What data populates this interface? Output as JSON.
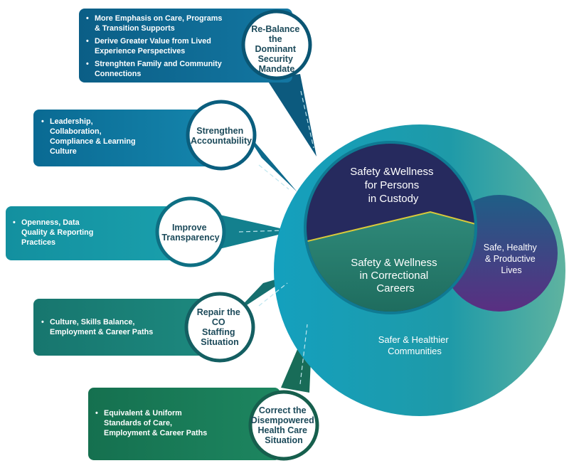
{
  "pillars": [
    {
      "label": [
        "Re-Balance",
        "the",
        "Dominant",
        "Security",
        "Mandate"
      ],
      "bullets": [
        [
          "More Emphasis on Care, Programs",
          "& Transition Supports"
        ],
        [
          "Derive Greater Value from Lived",
          "Experience Perspectives"
        ],
        [
          "Strenghten Family and Community",
          "Connections"
        ]
      ]
    },
    {
      "label": [
        "Strengthen",
        "Accountability"
      ],
      "bullets": [
        [
          "Leadership,",
          "Collaboration,",
          "Compliance & Learning",
          "Culture"
        ]
      ]
    },
    {
      "label": [
        "Improve",
        "Transparency"
      ],
      "bullets": [
        [
          "Openness, Data",
          "Quality & Reporting",
          "Practices"
        ]
      ]
    },
    {
      "label": [
        "Repair the",
        "CO",
        "Staffing",
        "Situation"
      ],
      "bullets": [
        [
          "Culture, Skills Balance,",
          "Employment & Career Paths"
        ]
      ]
    },
    {
      "label": [
        "Correct the",
        "Disempowered",
        "Health Care",
        "Situation"
      ],
      "bullets": [
        [
          "Equivalent & Uniform",
          "Standards of Care,",
          "Employment & Career Paths"
        ]
      ]
    }
  ],
  "core": {
    "custody": [
      "Safety &Wellness",
      "for Persons",
      "in Custody"
    ],
    "careers": [
      "Safety & Wellness",
      "in Correctional",
      "Careers"
    ],
    "lives": [
      "Safe, Healthy",
      "& Productive",
      "Lives"
    ],
    "communities": [
      "Safer & Healthier",
      "Communities"
    ]
  },
  "colors": {
    "outer_circle": "#1aa3bd",
    "custody": "#262a5e",
    "careers": "#2a7a6a",
    "lives": "#3a3f80",
    "divider": "#d9c93a",
    "circle_label": "#1c4a5a"
  }
}
